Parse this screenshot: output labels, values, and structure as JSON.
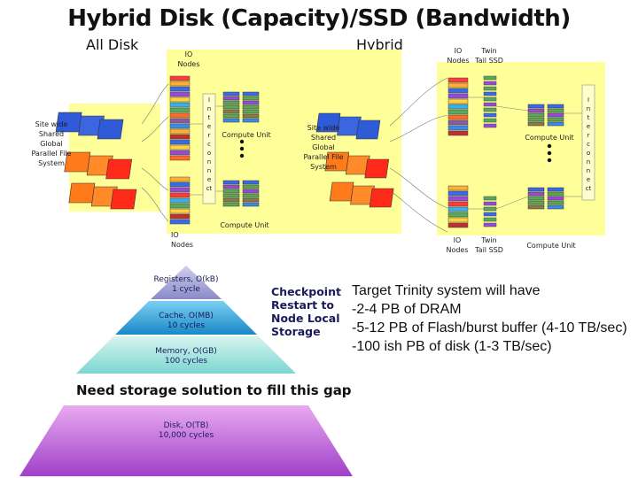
{
  "title": "Hybrid Disk (Capacity)/SSD (Bandwidth)",
  "left": {
    "heading": "All Disk",
    "io_nodes_top": "IO\nNodes",
    "io_nodes_bottom": "IO\nNodes",
    "storage_label": "Site wide\nShared\nGlobal\nParallel File\nSystem",
    "compute_unit_mid": "Compute Unit",
    "compute_unit_bottom": "Compute Unit",
    "interconnect": [
      "I",
      "n",
      "t",
      "e",
      "r",
      "c",
      "o",
      "n",
      "n",
      "e",
      "ct"
    ]
  },
  "right": {
    "heading": "Hybrid",
    "io_nodes_top": "IO\nNodes",
    "twin_tail_top": "Twin\nTail SSD",
    "storage_label": "Site wide\nShared\nGlobal\nParallel File\nSystem",
    "compute_unit_mid": "Compute Unit",
    "io_nodes_bottom": "IO\nNodes",
    "twin_tail_bottom": "Twin\nTail SSD",
    "compute_unit_bottom": "Compute Unit",
    "interconnect": [
      "I",
      "n",
      "t",
      "e",
      "r",
      "c",
      "o",
      "n",
      "n",
      "e",
      "ct"
    ]
  },
  "pyramid": {
    "levels": [
      {
        "line1": "Registers, O(kB)",
        "line2": "1 cycle",
        "color": "#a9a9d8"
      },
      {
        "line1": "Cache, O(MB)",
        "line2": "10 cycles",
        "color": "#3aa7d8"
      },
      {
        "line1": "Memory, O(GB)",
        "line2": "100 cycles",
        "color": "#a7e3df"
      },
      {
        "line1": "Disk, O(TB)",
        "line2": "10,000 cycles",
        "color": "#c76fd8"
      }
    ],
    "callout": "Checkpoint\nRestart to\nNode Local\nStorage",
    "storage_bar": "Need storage solution to fill this gap"
  },
  "target_text": "Target Trinity system will have\n-2-4 PB of DRAM\n-5-12 PB of Flash/burst buffer (4-10 TB/sec)\n-100 ish PB of disk (1-3 TB/sec)",
  "colors": {
    "panel": "#ffff99",
    "disk_blue": "#2f5ad8",
    "disk_orange": "#ff7a1a",
    "disk_red": "#ff2a1a",
    "compute_green": "#5b8f4a"
  }
}
